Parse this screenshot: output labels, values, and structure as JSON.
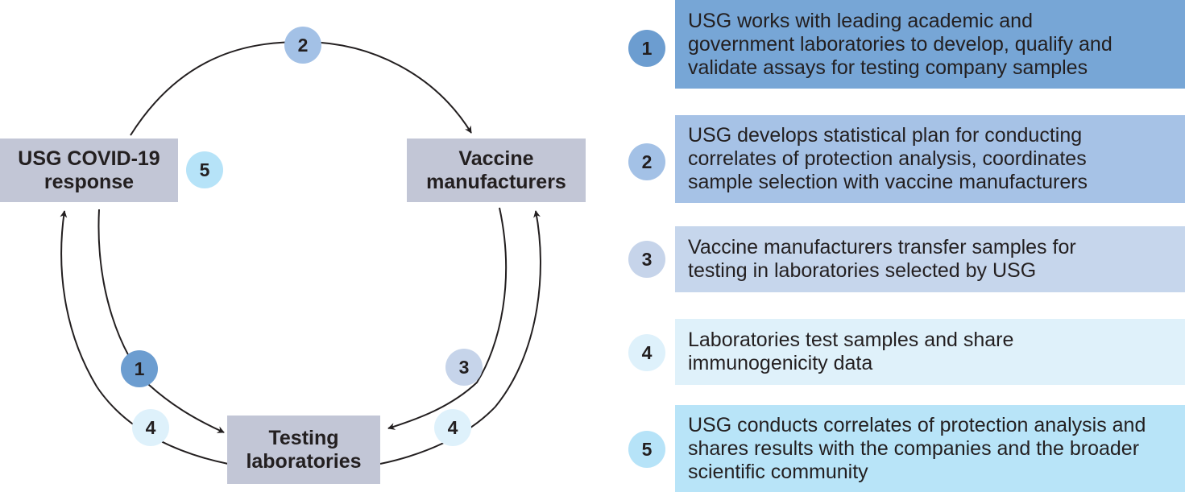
{
  "nodes": {
    "usg": "USG COVID-19\nresponse",
    "vaccine": "Vaccine\nmanufacturers",
    "testing": "Testing\nlaboratories"
  },
  "cycle_labels": {
    "top": "2",
    "left_inner": "1",
    "right_inner": "3",
    "left_outer": "4",
    "right_outer": "4",
    "usg_side": "5"
  },
  "steps": [
    {
      "number": "1",
      "text": "USG works with leading academic and government laboratories to develop, qualify and validate assays for testing company samples"
    },
    {
      "number": "2",
      "text": "USG develops statistical plan for conducting correlates of protection analysis, coordinates sample selection with vaccine manufacturers"
    },
    {
      "number": "3",
      "text": "Vaccine manufacturers transfer samples for testing in laboratories selected by USG"
    },
    {
      "number": "4",
      "text": "Laboratories test samples and share immunogenicity data"
    },
    {
      "number": "5",
      "text": "USG conducts correlates of protection analysis and shares results with the companies and the broader scientific community"
    }
  ],
  "colors": {
    "step1": "#77a6d6",
    "step2": "#a6c2e6",
    "step3": "#c6d6ec",
    "step4": "#dff1fa",
    "step5": "#b8e4f8",
    "node_fill": "#c2c6d6",
    "arrow": "#231f20"
  }
}
